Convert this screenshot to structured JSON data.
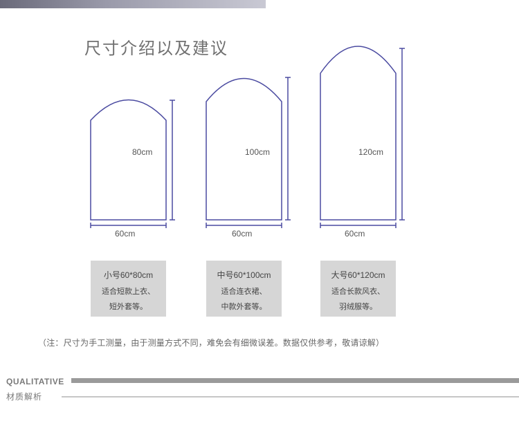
{
  "header": {
    "title": "尺寸介绍以及建议"
  },
  "sizes": [
    {
      "height_label": "80cm",
      "width_label": "60cm",
      "card": {
        "line1": "小号60*80cm",
        "line2": "适合短款上衣、",
        "line3": "短外套等。"
      }
    },
    {
      "height_label": "100cm",
      "width_label": "60cm",
      "card": {
        "line1": "中号60*100cm",
        "line2": "适合连衣裙、",
        "line3": "中款外套等。"
      }
    },
    {
      "height_label": "120cm",
      "width_label": "60cm",
      "card": {
        "line1": "大号60*120cm",
        "line2": "适合长款风衣、",
        "line3": "羽绒服等。"
      }
    }
  ],
  "note": "（注：尺寸为手工测量，由于测量方式不同，难免会有细微误差。数据仅供参考，敬请谅解）",
  "footer": {
    "section_en": "QUALITATIVE",
    "section_cn": "材质解析"
  },
  "colors": {
    "outline": "#4a4aa0",
    "card_bg": "#d6d6d6",
    "divider": "#9a9a9a"
  }
}
